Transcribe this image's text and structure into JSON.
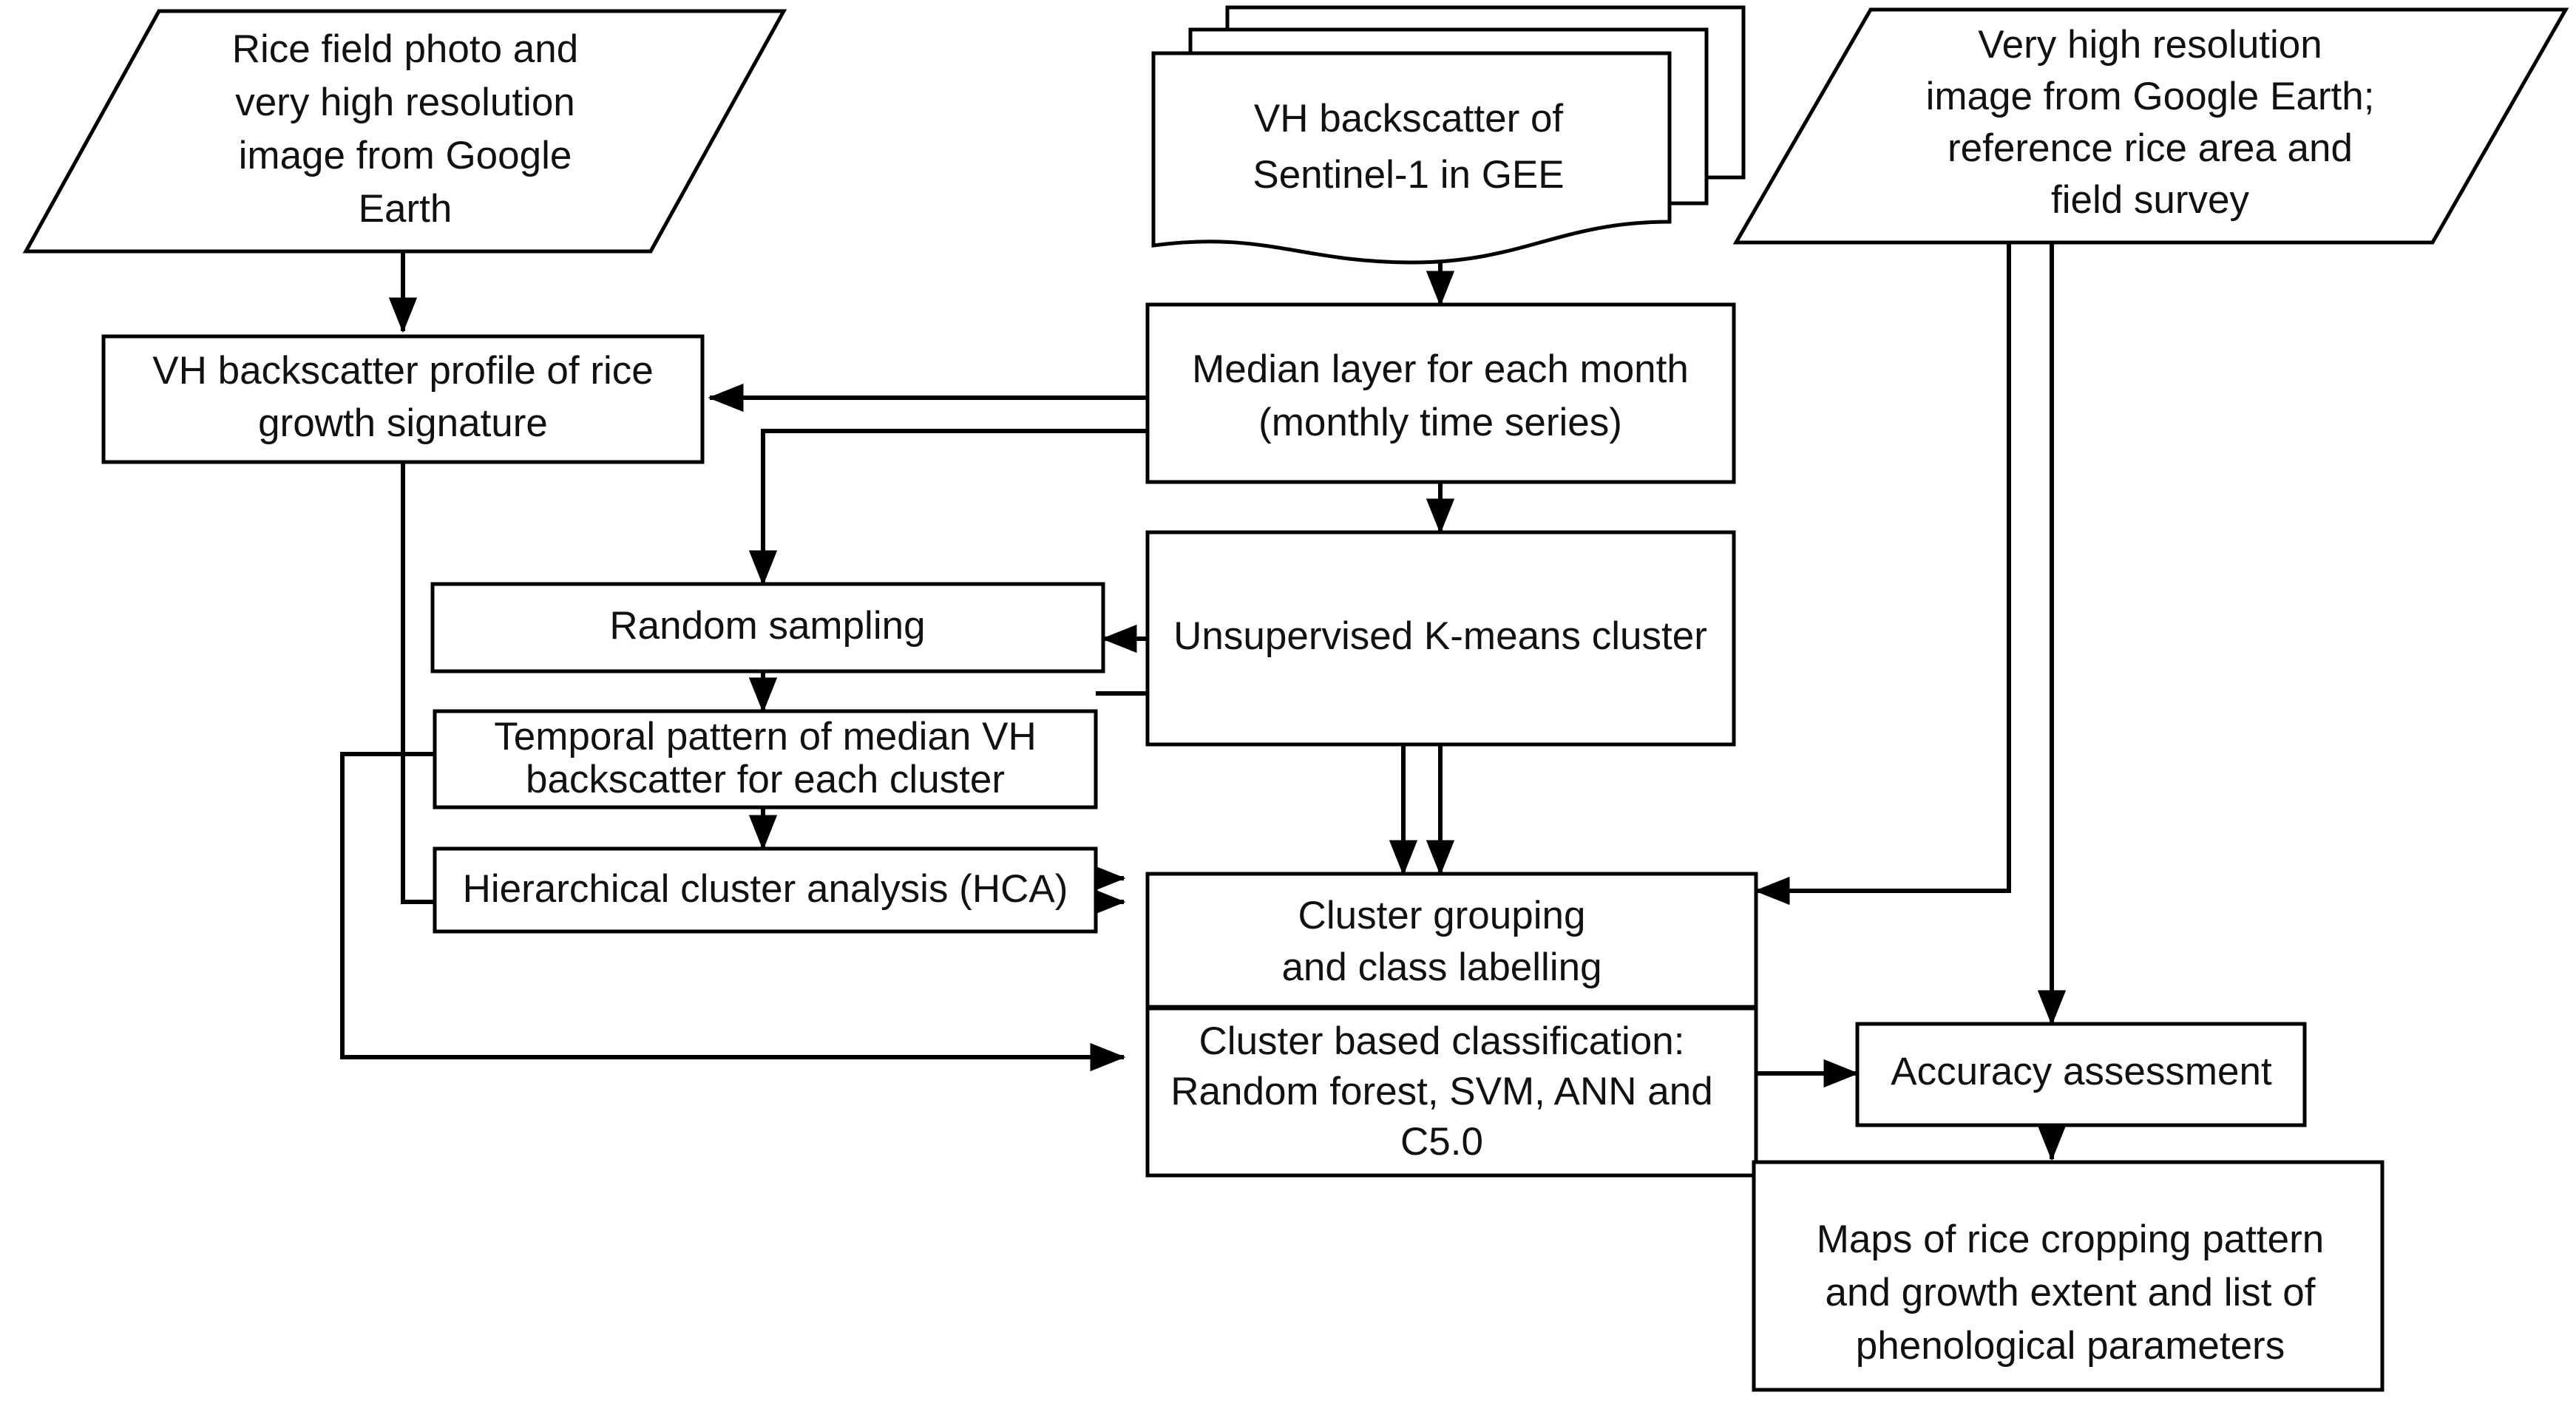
{
  "diagram": {
    "title": "Rice mapping methodology flowchart",
    "background_color": "#ffffff",
    "line_color": "#000000",
    "text_color": "#111111",
    "nodes": [
      {
        "id": "rice-field-photo",
        "shape": "parallelogram",
        "lines": [
          "Rice field photo and",
          "very high resolution",
          "image from Google",
          "Earth"
        ]
      },
      {
        "id": "vh-backscatter-sentinel",
        "shape": "multi-document",
        "lines": [
          "VH backscatter of",
          "Sentinel-1  in GEE"
        ]
      },
      {
        "id": "very-high-resolution-reference",
        "shape": "parallelogram",
        "lines": [
          "Very high resolution",
          "image from Google Earth;",
          "reference rice area and",
          "field survey"
        ]
      },
      {
        "id": "vh-backscatter-profile",
        "shape": "rectangle",
        "lines": [
          "VH backscatter profile of rice",
          "growth signature"
        ]
      },
      {
        "id": "median-layer",
        "shape": "rectangle",
        "lines": [
          "Median layer for each month",
          "(monthly time series)"
        ]
      },
      {
        "id": "random-sampling",
        "shape": "rectangle",
        "lines": [
          "Random sampling"
        ]
      },
      {
        "id": "unsupervised-kmeans",
        "shape": "rectangle",
        "lines": [
          "Unsupervised K-means cluster"
        ]
      },
      {
        "id": "temporal-pattern",
        "shape": "rectangle",
        "lines": [
          "Temporal pattern of median VH",
          "backscatter for each cluster"
        ]
      },
      {
        "id": "hierarchical-cluster-analysis",
        "shape": "rectangle",
        "lines": [
          "Hierarchical cluster analysis (HCA)"
        ]
      },
      {
        "id": "cluster-grouping",
        "shape": "rectangle",
        "lines": [
          "Cluster grouping",
          "and class labelling"
        ]
      },
      {
        "id": "cluster-based-classification",
        "shape": "rectangle",
        "lines": [
          "Cluster based classification:",
          "Random forest, SVM, ANN and",
          "C5.0"
        ]
      },
      {
        "id": "accuracy-assessment",
        "shape": "rectangle",
        "lines": [
          "Accuracy assessment"
        ]
      },
      {
        "id": "maps-output",
        "shape": "rectangle",
        "lines": [
          "Maps of rice cropping pattern",
          "and growth extent and list of",
          "phenological parameters"
        ]
      }
    ],
    "edges": [
      {
        "from": "rice-field-photo",
        "to": "vh-backscatter-profile"
      },
      {
        "from": "vh-backscatter-sentinel",
        "to": "median-layer"
      },
      {
        "from": "median-layer",
        "to": "vh-backscatter-profile"
      },
      {
        "from": "median-layer",
        "to": "random-sampling"
      },
      {
        "from": "median-layer",
        "to": "unsupervised-kmeans"
      },
      {
        "from": "unsupervised-kmeans",
        "to": "random-sampling"
      },
      {
        "from": "unsupervised-kmeans",
        "to": "cluster-grouping"
      },
      {
        "from": "random-sampling",
        "to": "temporal-pattern"
      },
      {
        "from": "temporal-pattern",
        "to": "hierarchical-cluster-analysis"
      },
      {
        "from": "temporal-pattern",
        "to": "cluster-grouping"
      },
      {
        "from": "hierarchical-cluster-analysis",
        "to": "cluster-grouping"
      },
      {
        "from": "vh-backscatter-profile",
        "to": "cluster-grouping"
      },
      {
        "from": "vh-backscatter-profile",
        "to": "cluster-based-classification"
      },
      {
        "from": "very-high-resolution-reference",
        "to": "cluster-grouping"
      },
      {
        "from": "very-high-resolution-reference",
        "to": "accuracy-assessment"
      },
      {
        "from": "cluster-grouping",
        "to": "cluster-based-classification"
      },
      {
        "from": "cluster-based-classification",
        "to": "accuracy-assessment"
      },
      {
        "from": "accuracy-assessment",
        "to": "maps-output"
      }
    ]
  }
}
